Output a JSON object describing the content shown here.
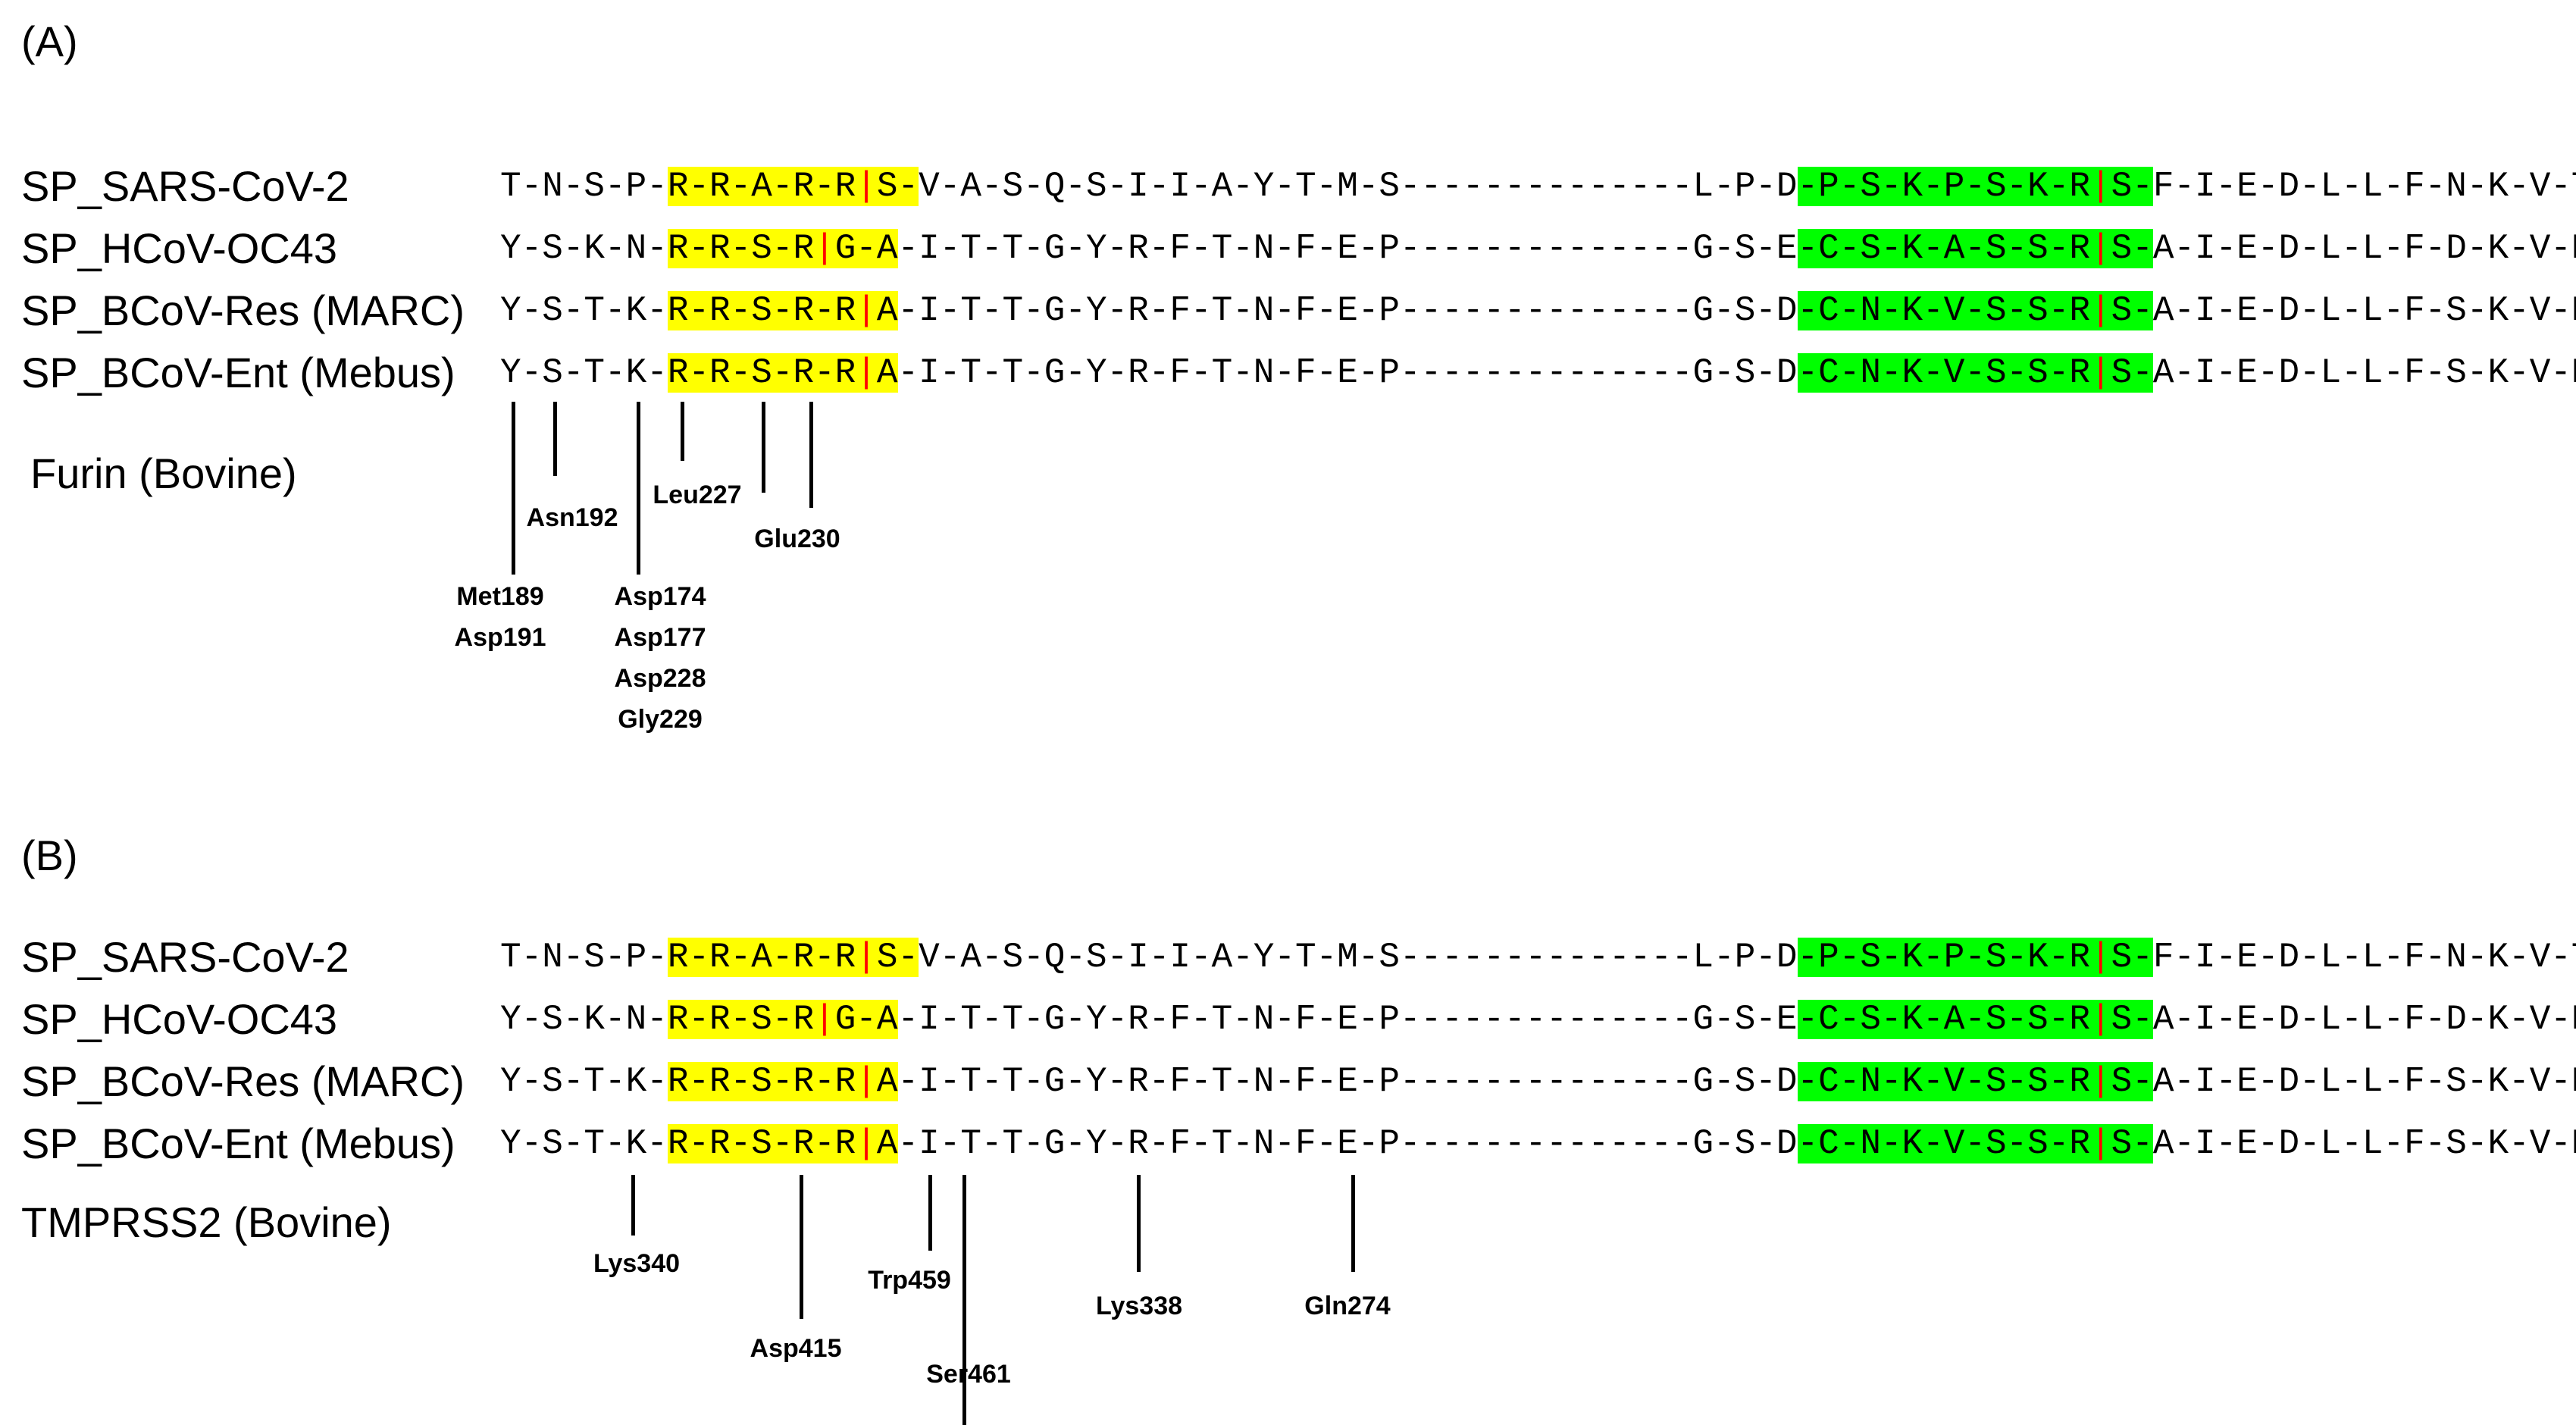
{
  "panels": [
    {
      "label": "(A)",
      "enzyme": "Furin (Bovine)",
      "rows": [
        {
          "name": "SP_SARS-CoV-2",
          "a": "T-N-S-P-",
          "y": "R-R-A-R-R",
          "yc": "|",
          "yt": "S-",
          "b": "V-A-S-Q-S-I-I-A-Y-T-M-S--------------L-P-D",
          "g": "-P-S-K-P-S-K-R",
          "gc": "|",
          "gt": "S-",
          "c": "F-I-E-D-L-L-F-N-K-V-T"
        },
        {
          "name": "SP_HCoV-OC43",
          "a": "Y-S-K-N-",
          "y": "R-R-S-R",
          "yc": "|",
          "yt": "G-A",
          "b": "-I-T-T-G-Y-R-F-T-N-F-E-P--------------G-S-E",
          "g": "-C-S-K-A-S-S-R",
          "gc": "|",
          "gt": "S-",
          "c": "A-I-E-D-L-L-F-D-K-V-K"
        },
        {
          "name": "SP_BCoV-Res (MARC)",
          "a": "Y-S-T-K-",
          "y": "R-R-S-R-R",
          "yc": "|",
          "yt": "A",
          "b": "-I-T-T-G-Y-R-F-T-N-F-E-P--------------G-S-D",
          "g": "-C-N-K-V-S-S-R",
          "gc": "|",
          "gt": "S-",
          "c": "A-I-E-D-L-L-F-S-K-V-K"
        },
        {
          "name": "SP_BCoV-Ent (Mebus)",
          "a": "Y-S-T-K-",
          "y": "R-R-S-R-R",
          "yc": "|",
          "yt": "A",
          "b": "-I-T-T-G-Y-R-F-T-N-F-E-P--------------G-S-D",
          "g": "-C-N-K-V-S-S-R",
          "gc": "|",
          "gt": "S-",
          "c": "A-I-E-D-L-L-F-S-K-V-K"
        }
      ],
      "residues": [
        {
          "lines": [
            "Met189",
            "Asp191"
          ]
        },
        {
          "lines": [
            "Asn192"
          ]
        },
        {
          "lines": [
            "Asp174",
            "Asp177",
            "Asp228",
            "Gly229"
          ]
        },
        {
          "lines": [
            "Leu227"
          ]
        },
        {
          "lines": [
            "Glu230"
          ]
        }
      ]
    },
    {
      "label": "(B)",
      "enzyme": "TMPRSS2 (Bovine)",
      "rows": [
        {
          "name": "SP_SARS-CoV-2",
          "a": "T-N-S-P-",
          "y": "R-R-A-R-R",
          "yc": "|",
          "yt": "S-",
          "b": "V-A-S-Q-S-I-I-A-Y-T-M-S--------------L-P-D",
          "g": "-P-S-K-P-S-K-R",
          "gc": "|",
          "gt": "S-",
          "c": "F-I-E-D-L-L-F-N-K-V-T"
        },
        {
          "name": "SP_HCoV-OC43",
          "a": "Y-S-K-N-",
          "y": "R-R-S-R",
          "yc": "|",
          "yt": "G-A",
          "b": "-I-T-T-G-Y-R-F-T-N-F-E-P--------------G-S-E",
          "g": "-C-S-K-A-S-S-R",
          "gc": "|",
          "gt": "S-",
          "c": "A-I-E-D-L-L-F-D-K-V-K"
        },
        {
          "name": "SP_BCoV-Res (MARC)",
          "a": "Y-S-T-K-",
          "y": "R-R-S-R-R",
          "yc": "|",
          "yt": "A",
          "b": "-I-T-T-G-Y-R-F-T-N-F-E-P--------------G-S-D",
          "g": "-C-N-K-V-S-S-R",
          "gc": "|",
          "gt": "S-",
          "c": "A-I-E-D-L-L-F-S-K-V-K"
        },
        {
          "name": "SP_BCoV-Ent (Mebus)",
          "a": "Y-S-T-K-",
          "y": "R-R-S-R-R",
          "yc": "|",
          "yt": "A",
          "b": "-I-T-T-G-Y-R-F-T-N-F-E-P--------------G-S-D",
          "g": "-C-N-K-V-S-S-R",
          "gc": "|",
          "gt": "S-",
          "c": "A-I-E-D-L-L-F-S-K-V-K"
        }
      ],
      "residues": [
        {
          "lines": [
            "Lys340"
          ]
        },
        {
          "lines": [
            "Asp415"
          ]
        },
        {
          "lines": [
            "Trp459"
          ]
        },
        {
          "lines": [
            "Ser461"
          ]
        },
        {
          "lines": [
            "Lys338"
          ]
        },
        {
          "lines": [
            "Gln274"
          ]
        }
      ]
    }
  ]
}
